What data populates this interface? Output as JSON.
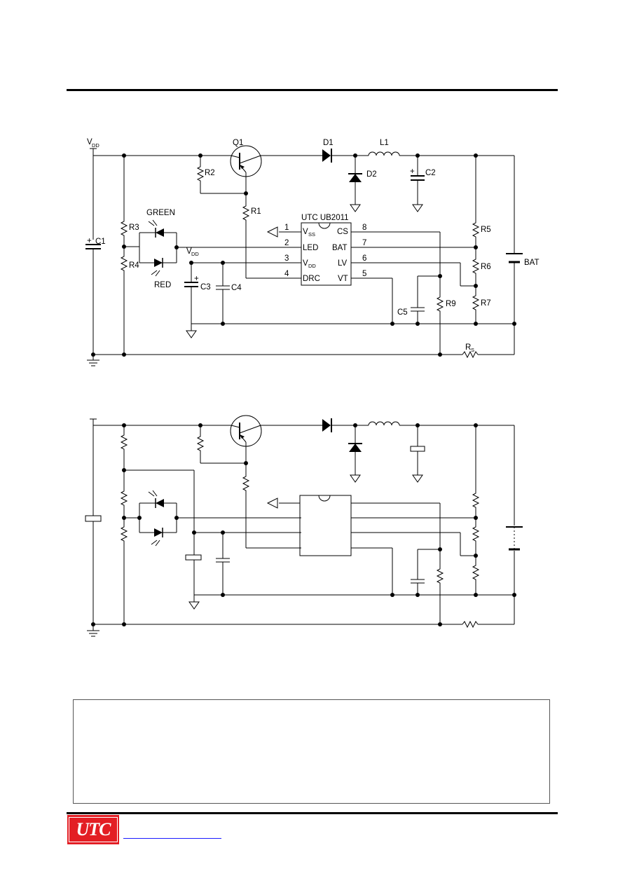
{
  "labels": {
    "vdd_top": "V",
    "vdd_sub": "DD",
    "q1": "Q1",
    "d1": "D1",
    "l1": "L1",
    "d2": "D2",
    "c2": "C2",
    "r2": "R2",
    "r1": "R1",
    "r3": "R3",
    "r4": "R4",
    "r5": "R5",
    "r6": "R6",
    "r7": "R7",
    "r9": "R9",
    "c1": "C1",
    "c3": "C3",
    "c4": "C4",
    "c5": "C5",
    "green": "GREEN",
    "red": "RED",
    "bat": "BAT",
    "rs": "R",
    "rs_sub": "S",
    "plus": "+",
    "vdd_node": "V",
    "vdd_node_sub": "DD"
  },
  "ic": {
    "name": "UTC UB2011",
    "pins_left": [
      {
        "num": "1",
        "label": "V",
        "sub": "SS"
      },
      {
        "num": "2",
        "label": "LED",
        "sub": ""
      },
      {
        "num": "3",
        "label": "V",
        "sub": "DD"
      },
      {
        "num": "4",
        "label": "DRC",
        "sub": ""
      }
    ],
    "pins_right": [
      {
        "num": "8",
        "label": "CS"
      },
      {
        "num": "7",
        "label": "BAT"
      },
      {
        "num": "6",
        "label": "LV"
      },
      {
        "num": "5",
        "label": "VT"
      }
    ]
  },
  "logo": {
    "text": "UTC",
    "color": "#e31e24"
  },
  "link_color": "#1a1aff"
}
